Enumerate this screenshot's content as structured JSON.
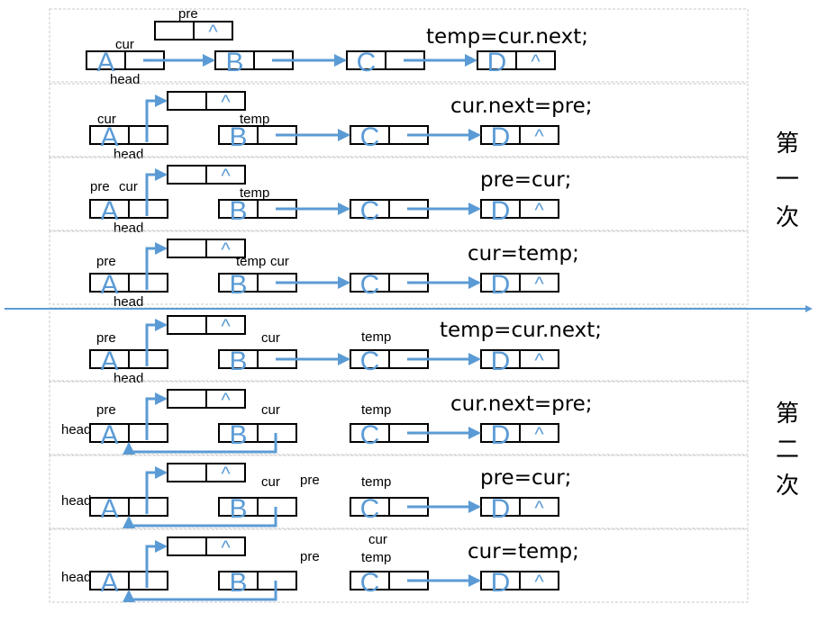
{
  "nodes": [
    "A",
    "B",
    "C",
    "D"
  ],
  "null_symbol": "^",
  "colors": {
    "arrow": "#5b9bd5",
    "box": "#000000",
    "panel_border": "#c8c8c8"
  },
  "side_labels": [
    {
      "chars": [
        "第",
        "一",
        "次"
      ]
    },
    {
      "chars": [
        "第",
        "二",
        "次"
      ]
    }
  ],
  "rows": [
    {
      "equation": "temp=cur.next;",
      "labels": [
        "pre",
        "cur",
        "head"
      ]
    },
    {
      "equation": "cur.next=pre;",
      "labels": [
        "cur",
        "temp",
        "head"
      ]
    },
    {
      "equation": "pre=cur;",
      "labels": [
        "pre",
        "cur",
        "temp",
        "head"
      ]
    },
    {
      "equation": "cur=temp;",
      "labels": [
        "pre",
        "cur",
        "temp",
        "head"
      ]
    },
    {
      "equation": "temp=cur.next;",
      "labels": [
        "pre",
        "cur",
        "temp",
        "head"
      ]
    },
    {
      "equation": "cur.next=pre;",
      "labels": [
        "pre",
        "cur",
        "temp",
        "head"
      ]
    },
    {
      "equation": "pre=cur;",
      "labels": [
        "head",
        "cur",
        "pre",
        "temp"
      ]
    },
    {
      "equation": "cur=temp;",
      "labels": [
        "head",
        "pre",
        "cur",
        "temp"
      ]
    }
  ]
}
